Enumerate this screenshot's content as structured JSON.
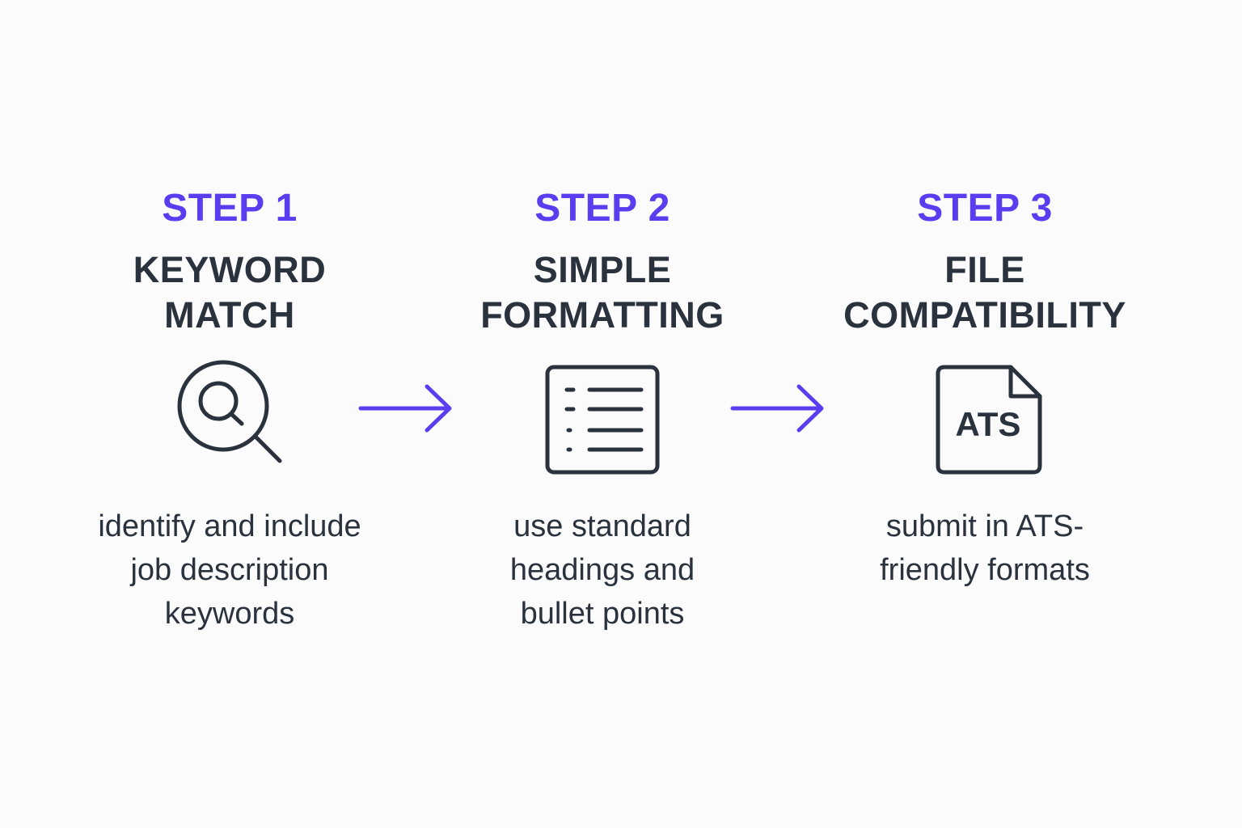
{
  "colors": {
    "accent": "#5b3df0",
    "text": "#2a323d",
    "background": "#fbfbfb"
  },
  "steps": [
    {
      "label": "STEP 1",
      "title": "KEYWORD\nMATCH",
      "icon": "magnifier-icon",
      "description": "identify and include\njob description\nkeywords"
    },
    {
      "label": "STEP 2",
      "title": "SIMPLE\nFORMATTING",
      "icon": "bulleted-list-icon",
      "description": "use standard\nheadings and\nbullet points"
    },
    {
      "label": "STEP 3",
      "title": "FILE\nCOMPATIBILITY",
      "icon": "ats-file-icon",
      "icon_text": "ATS",
      "description": "submit in ATS-\nfriendly formats"
    }
  ],
  "arrows": [
    "right-arrow-icon",
    "right-arrow-icon"
  ]
}
